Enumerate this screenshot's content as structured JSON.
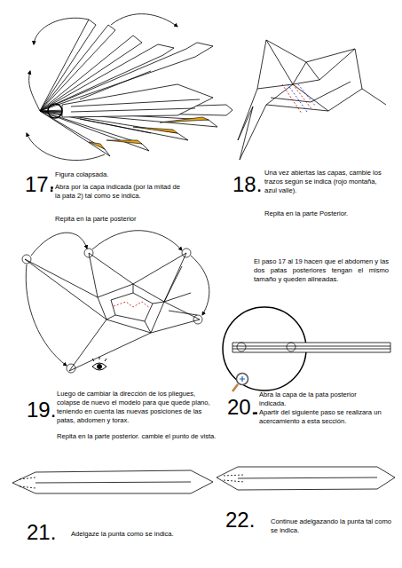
{
  "diagram": {
    "labels": [
      "17.",
      "Figura colapsada.",
      "Abra por la capa indicada (por la mitad de la pata 2) tal como se indica.",
      "Repita en la parte posterior",
      "18.",
      "Una vez abiertas las capas, cambie los trazos según se indica (rojo montaña, azul valle).",
      "Repita en la parte Posterior.",
      "El paso 17 al 19 hacen que el abdomen y las dos patas posteriores tengan el mismo tamaño y queden alineadas.",
      "19.",
      "Luego de cambiar la dirección de los pliegues, colapse de nuevo el modelo para que quede plano, teniendo en cuenta las nuevas posiciones de las patas, abdomen y torax.",
      "Repita en la parte posterior. cambie el punto de vista.",
      "20.",
      "Abra la capa de la pata posterior indicada.",
      "Apartir del siguiente paso se realizara un acercamiento a esta sección.",
      "21.",
      "Adelgaze la punta como se indica.",
      "22.",
      "Continue adelgazando la punta tal como se indica."
    ]
  }
}
